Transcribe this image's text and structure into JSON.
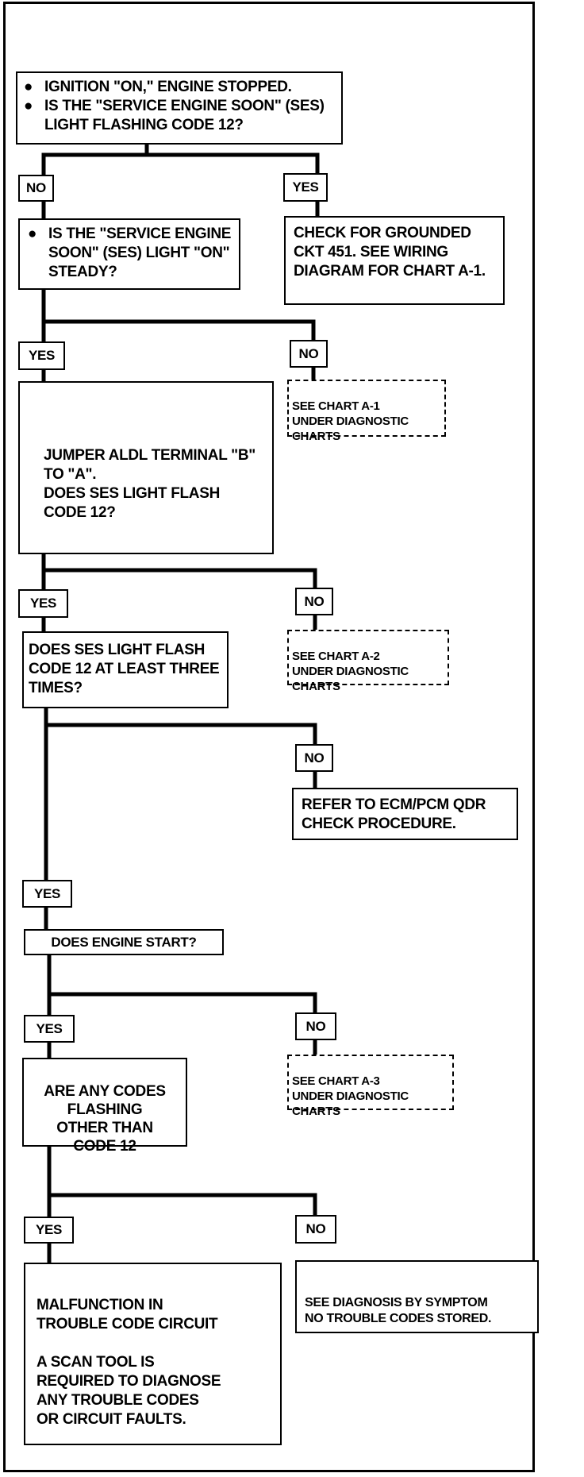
{
  "q1": {
    "lines": [
      "IGNITION \"ON,\" ENGINE STOPPED.",
      "IS THE \"SERVICE ENGINE SOON\" (SES) LIGHT FLASHING CODE 12?"
    ],
    "bullet": "●"
  },
  "a1": {
    "no": "NO",
    "yes": "YES"
  },
  "q2": {
    "text": "IS THE \"SERVICE ENGINE SOON\" (SES) LIGHT \"ON\" STEADY?",
    "bullet": "●"
  },
  "r1": {
    "text": "CHECK FOR GROUNDED CKT 451. SEE WIRING DIAGRAM FOR CHART A-1."
  },
  "a2": {
    "yes": "YES",
    "no": "NO"
  },
  "ref1": {
    "text": "SEE CHART A-1\nUNDER DIAGNOSTIC\n CHARTS"
  },
  "q3": {
    "text": "JUMPER ALDL TERMINAL \"B\" TO \"A\".\nDOES SES LIGHT FLASH CODE 12?"
  },
  "a3": {
    "yes": "YES",
    "no": "NO"
  },
  "ref2": {
    "text": "SEE CHART A-2\nUNDER DIAGNOSTIC\n CHARTS"
  },
  "q4": {
    "text": "DOES SES LIGHT FLASH CODE 12 AT LEAST THREE TIMES?"
  },
  "a4": {
    "no": "NO",
    "yes": "YES"
  },
  "r2": {
    "text": "REFER TO ECM/PCM QDR CHECK PROCEDURE."
  },
  "q5": {
    "text": "DOES ENGINE START?"
  },
  "a5": {
    "yes": "YES",
    "no": "NO"
  },
  "ref3": {
    "text": "SEE CHART A-3\nUNDER DIAGNOSTIC\n CHARTS"
  },
  "q6": {
    "text": "ARE ANY CODES\nFLASHING\nOTHER THAN\nCODE 12"
  },
  "a6": {
    "yes": "YES",
    "no": "NO"
  },
  "r3": {
    "text": "MALFUNCTION IN\nTROUBLE CODE CIRCUIT\n\nA SCAN TOOL IS\nREQUIRED TO DIAGNOSE\nANY TROUBLE CODES\nOR CIRCUIT FAULTS."
  },
  "r4": {
    "text": "SEE DIAGNOSIS BY SYMPTOM\nNO TROUBLE CODES STORED."
  }
}
